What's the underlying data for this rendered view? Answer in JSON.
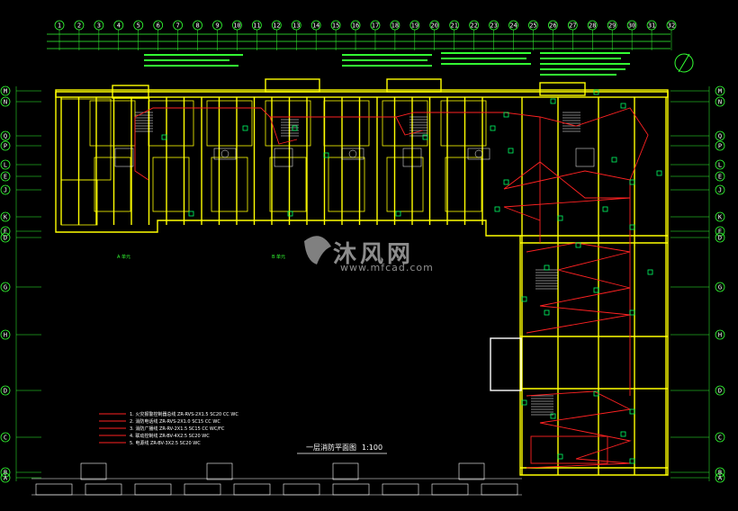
{
  "drawing": {
    "title": "一层消防平面图",
    "scale": "1:100",
    "colors": {
      "background": "#000000",
      "wall": "#ffff00",
      "dim": "#33ff33",
      "wiring": "#ff2222",
      "text": "#ffffff",
      "device": "#00ff66"
    }
  },
  "axes": {
    "top": [
      "1",
      "2",
      "3",
      "4",
      "5",
      "6",
      "7",
      "8",
      "9",
      "10",
      "11",
      "12",
      "13",
      "14",
      "15",
      "16",
      "17",
      "18",
      "19",
      "20",
      "21",
      "22",
      "23",
      "24",
      "25",
      "26",
      "27",
      "28",
      "29",
      "30",
      "31",
      "32"
    ],
    "left": [
      "M",
      "N",
      "Q",
      "P",
      "L",
      "E",
      "J",
      "K",
      "E",
      "D",
      "G",
      "H",
      "D",
      "C",
      "B",
      "A"
    ],
    "right": [
      "M",
      "N",
      "Q",
      "P",
      "L",
      "E",
      "J",
      "K",
      "E",
      "D",
      "G",
      "H",
      "D",
      "C",
      "B",
      "A"
    ]
  },
  "rooms": {
    "a_label": "A 单元",
    "b_label": "B 单元"
  },
  "legend": {
    "items": [
      "1. 火灾报警控制器总线 ZR-RVS-2X1.5 SC20 CC WC",
      "2. 消防电话线 ZR-RVS-2X1.0 SC15 CC WC",
      "3. 消防广播线 ZR-RV-2X1.5 SC15 CC WC/FC",
      "4. 联动控制线 ZR-BV-4X2.5 SC20 WC",
      "5. 电源线 ZR-BV-3X2.5 SC20 WC"
    ]
  },
  "watermark": {
    "brand": "沐风网",
    "url": "www.mfcad.com"
  }
}
